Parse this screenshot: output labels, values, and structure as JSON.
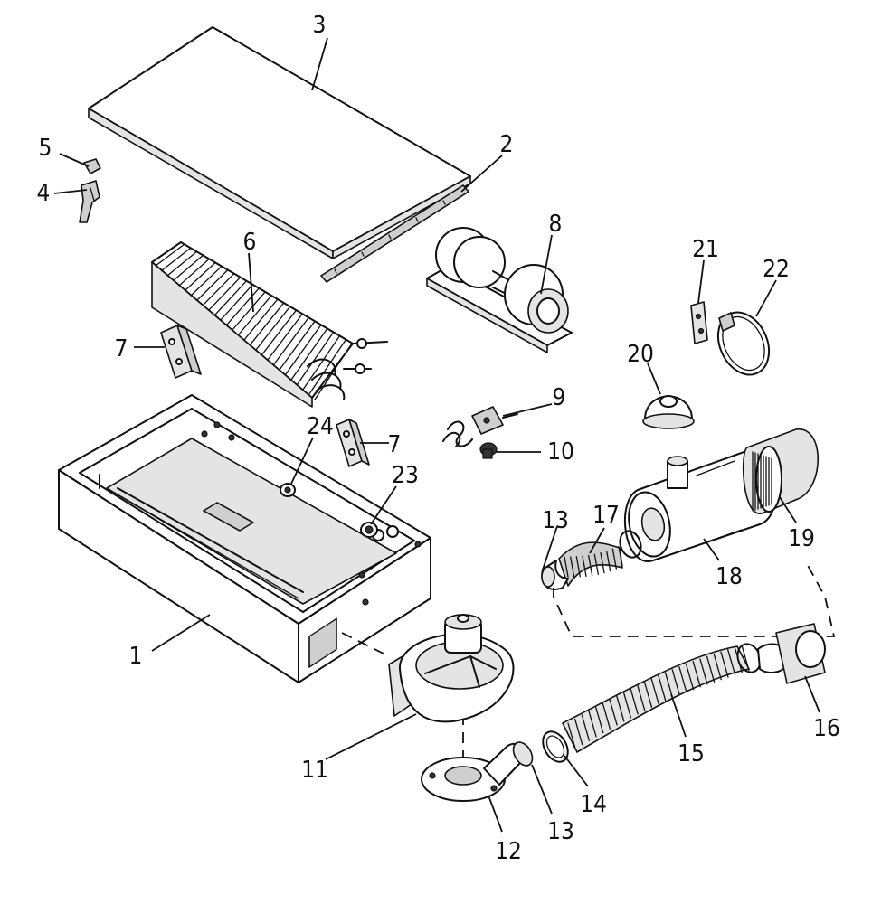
{
  "callouts": [
    {
      "id": "1",
      "label": "1"
    },
    {
      "id": "2",
      "label": "2"
    },
    {
      "id": "3",
      "label": "3"
    },
    {
      "id": "4",
      "label": "4"
    },
    {
      "id": "5",
      "label": "5"
    },
    {
      "id": "6",
      "label": "6"
    },
    {
      "id": "7a",
      "label": "7"
    },
    {
      "id": "7b",
      "label": "7"
    },
    {
      "id": "8",
      "label": "8"
    },
    {
      "id": "9",
      "label": "9"
    },
    {
      "id": "10",
      "label": "10"
    },
    {
      "id": "11",
      "label": "11"
    },
    {
      "id": "12",
      "label": "12"
    },
    {
      "id": "13a",
      "label": "13"
    },
    {
      "id": "13b",
      "label": "13"
    },
    {
      "id": "14",
      "label": "14"
    },
    {
      "id": "15",
      "label": "15"
    },
    {
      "id": "16",
      "label": "16"
    },
    {
      "id": "17",
      "label": "17"
    },
    {
      "id": "18",
      "label": "18"
    },
    {
      "id": "19",
      "label": "19"
    },
    {
      "id": "20",
      "label": "20"
    },
    {
      "id": "21",
      "label": "21"
    },
    {
      "id": "22",
      "label": "22"
    },
    {
      "id": "23",
      "label": "23"
    },
    {
      "id": "24",
      "label": "24"
    }
  ]
}
